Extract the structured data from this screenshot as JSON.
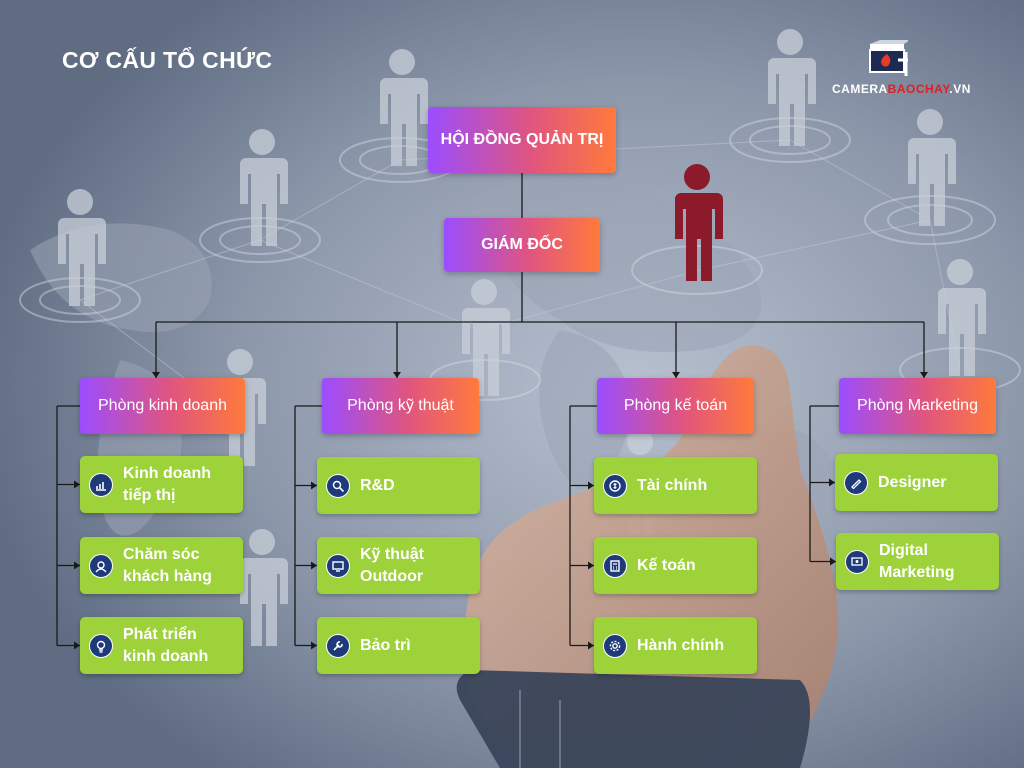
{
  "title": "CƠ CẤU TỔ CHỨC",
  "logo": {
    "text_main": "CAMERA",
    "text_accent": "BAOCHAY",
    "text_tail": ".VN"
  },
  "board": "HỘI ĐỒNG QUẢN TRỊ",
  "director": "GIÁM ĐỐC",
  "departments": [
    {
      "name": "Phòng kinh doanh",
      "units": [
        {
          "label": "Kinh doanh\ntiếp thị",
          "icon": "chart-icon"
        },
        {
          "label": "Chăm sóc\nkhách hàng",
          "icon": "support-icon"
        },
        {
          "label": "Phát triển\nkinh doanh",
          "icon": "lightbulb-icon"
        }
      ]
    },
    {
      "name": "Phòng kỹ thuật",
      "units": [
        {
          "label": "R&D",
          "icon": "research-icon"
        },
        {
          "label": "Kỹ thuật\nOutdoor",
          "icon": "monitor-icon"
        },
        {
          "label": "Bảo trì",
          "icon": "wrench-icon"
        }
      ]
    },
    {
      "name": "Phòng kế toán",
      "units": [
        {
          "label": "Tài chính",
          "icon": "money-icon"
        },
        {
          "label": "Kế toán",
          "icon": "calculator-icon"
        },
        {
          "label": "Hành chính",
          "icon": "gear-icon"
        }
      ]
    },
    {
      "name": "Phòng Marketing",
      "units": [
        {
          "label": "Designer",
          "icon": "pen-icon"
        },
        {
          "label": "Digital\nMarketing",
          "icon": "digital-icon"
        }
      ]
    }
  ],
  "colors": {
    "box_gradient_start": "#9b4dff",
    "box_gradient_end": "#ff7a3c",
    "unit_green": "#9ed23a",
    "icon_navy": "#1f3a7a",
    "highlight_person": "#8b1a2a"
  }
}
